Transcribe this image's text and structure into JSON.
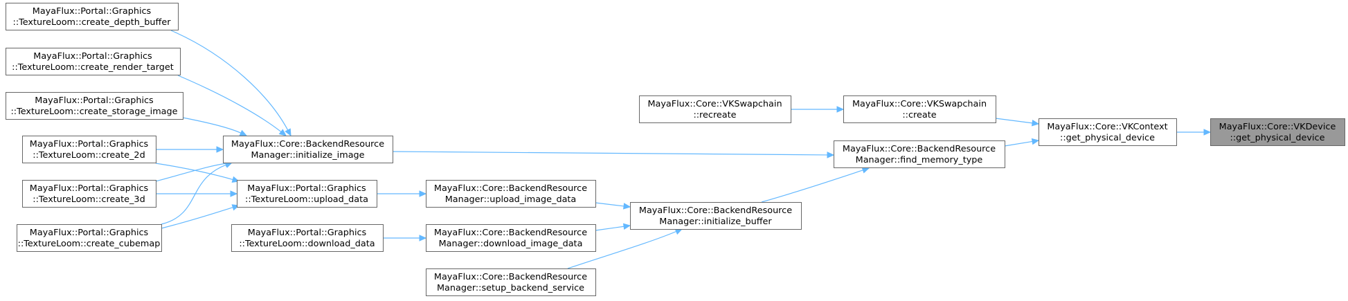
{
  "root_node_id": "vkdevice_get_physical_device",
  "colors": {
    "edge": "#63b8ff",
    "node_border": "#666666",
    "node_fill": "#ffffff",
    "root_fill": "#999999"
  },
  "nodes": [
    {
      "id": "create_depth_buffer",
      "lines": [
        "MayaFlux::Portal::Graphics",
        "::TextureLoom::create_depth_buffer"
      ]
    },
    {
      "id": "create_render_target",
      "lines": [
        "MayaFlux::Portal::Graphics",
        "::TextureLoom::create_render_target"
      ]
    },
    {
      "id": "create_storage_image",
      "lines": [
        "MayaFlux::Portal::Graphics",
        "::TextureLoom::create_storage_image"
      ]
    },
    {
      "id": "create_2d",
      "lines": [
        "MayaFlux::Portal::Graphics",
        "::TextureLoom::create_2d"
      ]
    },
    {
      "id": "create_3d",
      "lines": [
        "MayaFlux::Portal::Graphics",
        "::TextureLoom::create_3d"
      ]
    },
    {
      "id": "create_cubemap",
      "lines": [
        "MayaFlux::Portal::Graphics",
        "::TextureLoom::create_cubemap"
      ]
    },
    {
      "id": "initialize_image",
      "lines": [
        "MayaFlux::Core::BackendResource",
        "Manager::initialize_image"
      ]
    },
    {
      "id": "upload_data",
      "lines": [
        "MayaFlux::Portal::Graphics",
        "::TextureLoom::upload_data"
      ]
    },
    {
      "id": "download_data",
      "lines": [
        "MayaFlux::Portal::Graphics",
        "::TextureLoom::download_data"
      ]
    },
    {
      "id": "upload_image_data",
      "lines": [
        "MayaFlux::Core::BackendResource",
        "Manager::upload_image_data"
      ]
    },
    {
      "id": "download_image_data",
      "lines": [
        "MayaFlux::Core::BackendResource",
        "Manager::download_image_data"
      ]
    },
    {
      "id": "setup_backend_service",
      "lines": [
        "MayaFlux::Core::BackendResource",
        "Manager::setup_backend_service"
      ]
    },
    {
      "id": "initialize_buffer",
      "lines": [
        "MayaFlux::Core::BackendResource",
        "Manager::initialize_buffer"
      ]
    },
    {
      "id": "swapchain_recreate",
      "lines": [
        "MayaFlux::Core::VKSwapchain",
        "::recreate"
      ]
    },
    {
      "id": "swapchain_create",
      "lines": [
        "MayaFlux::Core::VKSwapchain",
        "::create"
      ]
    },
    {
      "id": "find_memory_type",
      "lines": [
        "MayaFlux::Core::BackendResource",
        "Manager::find_memory_type"
      ]
    },
    {
      "id": "vkcontext_get_physical_device",
      "lines": [
        "MayaFlux::Core::VKContext",
        "::get_physical_device"
      ]
    },
    {
      "id": "vkdevice_get_physical_device",
      "lines": [
        "MayaFlux::Core::VKDevice",
        "::get_physical_device"
      ]
    }
  ],
  "edges": [
    {
      "from": "create_depth_buffer",
      "to": "initialize_image"
    },
    {
      "from": "create_render_target",
      "to": "initialize_image"
    },
    {
      "from": "create_storage_image",
      "to": "initialize_image"
    },
    {
      "from": "create_2d",
      "to": "initialize_image"
    },
    {
      "from": "create_3d",
      "to": "initialize_image"
    },
    {
      "from": "create_cubemap",
      "to": "initialize_image"
    },
    {
      "from": "create_2d",
      "to": "upload_data"
    },
    {
      "from": "create_3d",
      "to": "upload_data"
    },
    {
      "from": "create_cubemap",
      "to": "upload_data"
    },
    {
      "from": "upload_data",
      "to": "upload_image_data"
    },
    {
      "from": "download_data",
      "to": "download_image_data"
    },
    {
      "from": "upload_image_data",
      "to": "initialize_buffer"
    },
    {
      "from": "download_image_data",
      "to": "initialize_buffer"
    },
    {
      "from": "setup_backend_service",
      "to": "initialize_buffer"
    },
    {
      "from": "initialize_image",
      "to": "find_memory_type"
    },
    {
      "from": "initialize_buffer",
      "to": "find_memory_type"
    },
    {
      "from": "swapchain_recreate",
      "to": "swapchain_create"
    },
    {
      "from": "swapchain_create",
      "to": "vkcontext_get_physical_device"
    },
    {
      "from": "find_memory_type",
      "to": "vkcontext_get_physical_device"
    },
    {
      "from": "vkcontext_get_physical_device",
      "to": "vkdevice_get_physical_device"
    }
  ]
}
